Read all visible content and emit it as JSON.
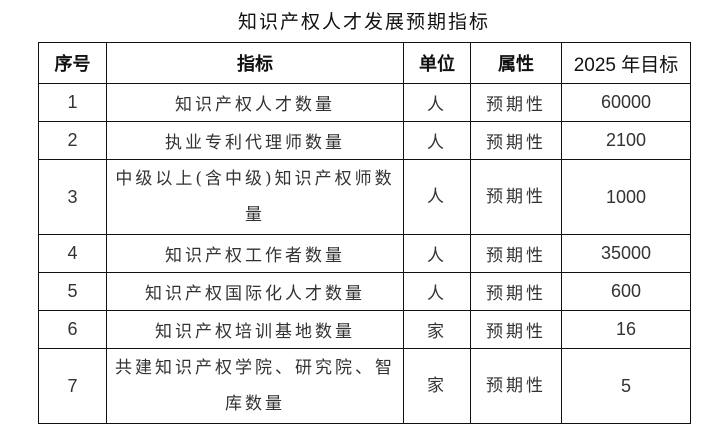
{
  "title": "知识产权人才发展预期指标",
  "table": {
    "headers": {
      "index": "序号",
      "indicator": "指标",
      "unit": "单位",
      "attribute": "属性",
      "target": "2025 年目标"
    },
    "rows": [
      {
        "index": "1",
        "indicator": "知识产权人才数量",
        "unit": "人",
        "attribute": "预期性",
        "target": "60000"
      },
      {
        "index": "2",
        "indicator": "执业专利代理师数量",
        "unit": "人",
        "attribute": "预期性",
        "target": "2100"
      },
      {
        "index": "3",
        "indicator": "中级以上(含中级)知识产权师数量",
        "unit": "人",
        "attribute": "预期性",
        "target": "1000"
      },
      {
        "index": "4",
        "indicator": "知识产权工作者数量",
        "unit": "人",
        "attribute": "预期性",
        "target": "35000"
      },
      {
        "index": "5",
        "indicator": "知识产权国际化人才数量",
        "unit": "人",
        "attribute": "预期性",
        "target": "600"
      },
      {
        "index": "6",
        "indicator": "知识产权培训基地数量",
        "unit": "家",
        "attribute": "预期性",
        "target": "16"
      },
      {
        "index": "7",
        "indicator": "共建知识产权学院、研究院、智库数量",
        "unit": "家",
        "attribute": "预期性",
        "target": "5"
      }
    ]
  }
}
